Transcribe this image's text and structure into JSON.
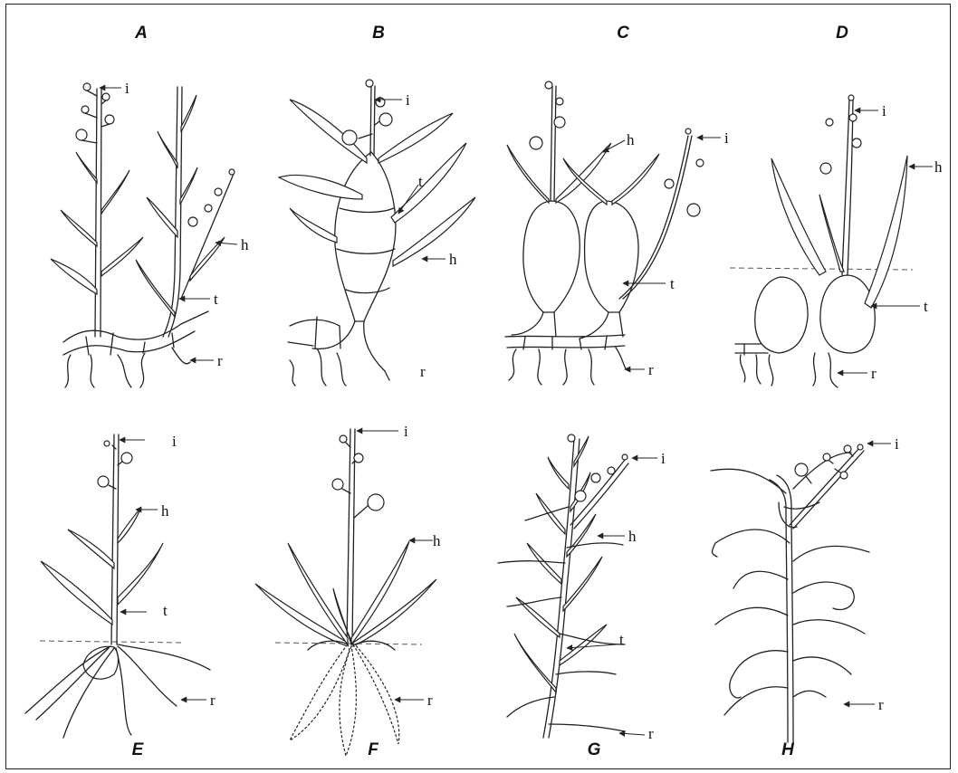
{
  "panels": [
    {
      "id": "A",
      "title": "A"
    },
    {
      "id": "B",
      "title": "B"
    },
    {
      "id": "C",
      "title": "C"
    },
    {
      "id": "D",
      "title": "D"
    },
    {
      "id": "E",
      "title": "E"
    },
    {
      "id": "F",
      "title": "F"
    },
    {
      "id": "G",
      "title": "G"
    },
    {
      "id": "H",
      "title": "H"
    }
  ],
  "labels": {
    "inflorescence": "i",
    "leaf": "h",
    "stem": "t",
    "root": "r"
  }
}
